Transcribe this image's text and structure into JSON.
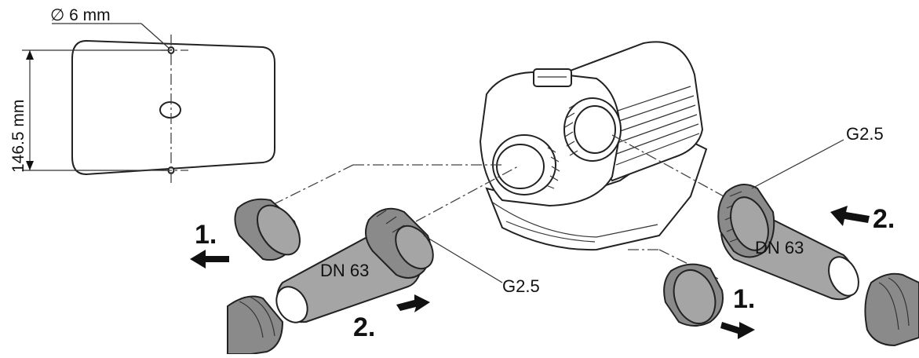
{
  "diagram": {
    "dimensions": {
      "hole_diameter": "∅ 6 mm",
      "hole_spacing": "146.5 mm"
    },
    "left_assembly": {
      "step1": "1.",
      "step2": "2.",
      "hose_label": "DN 63",
      "thread_label": "G2.5"
    },
    "right_assembly": {
      "step1": "1.",
      "step2": "2.",
      "hose_label": "DN 63",
      "thread_label": "G2.5"
    }
  }
}
